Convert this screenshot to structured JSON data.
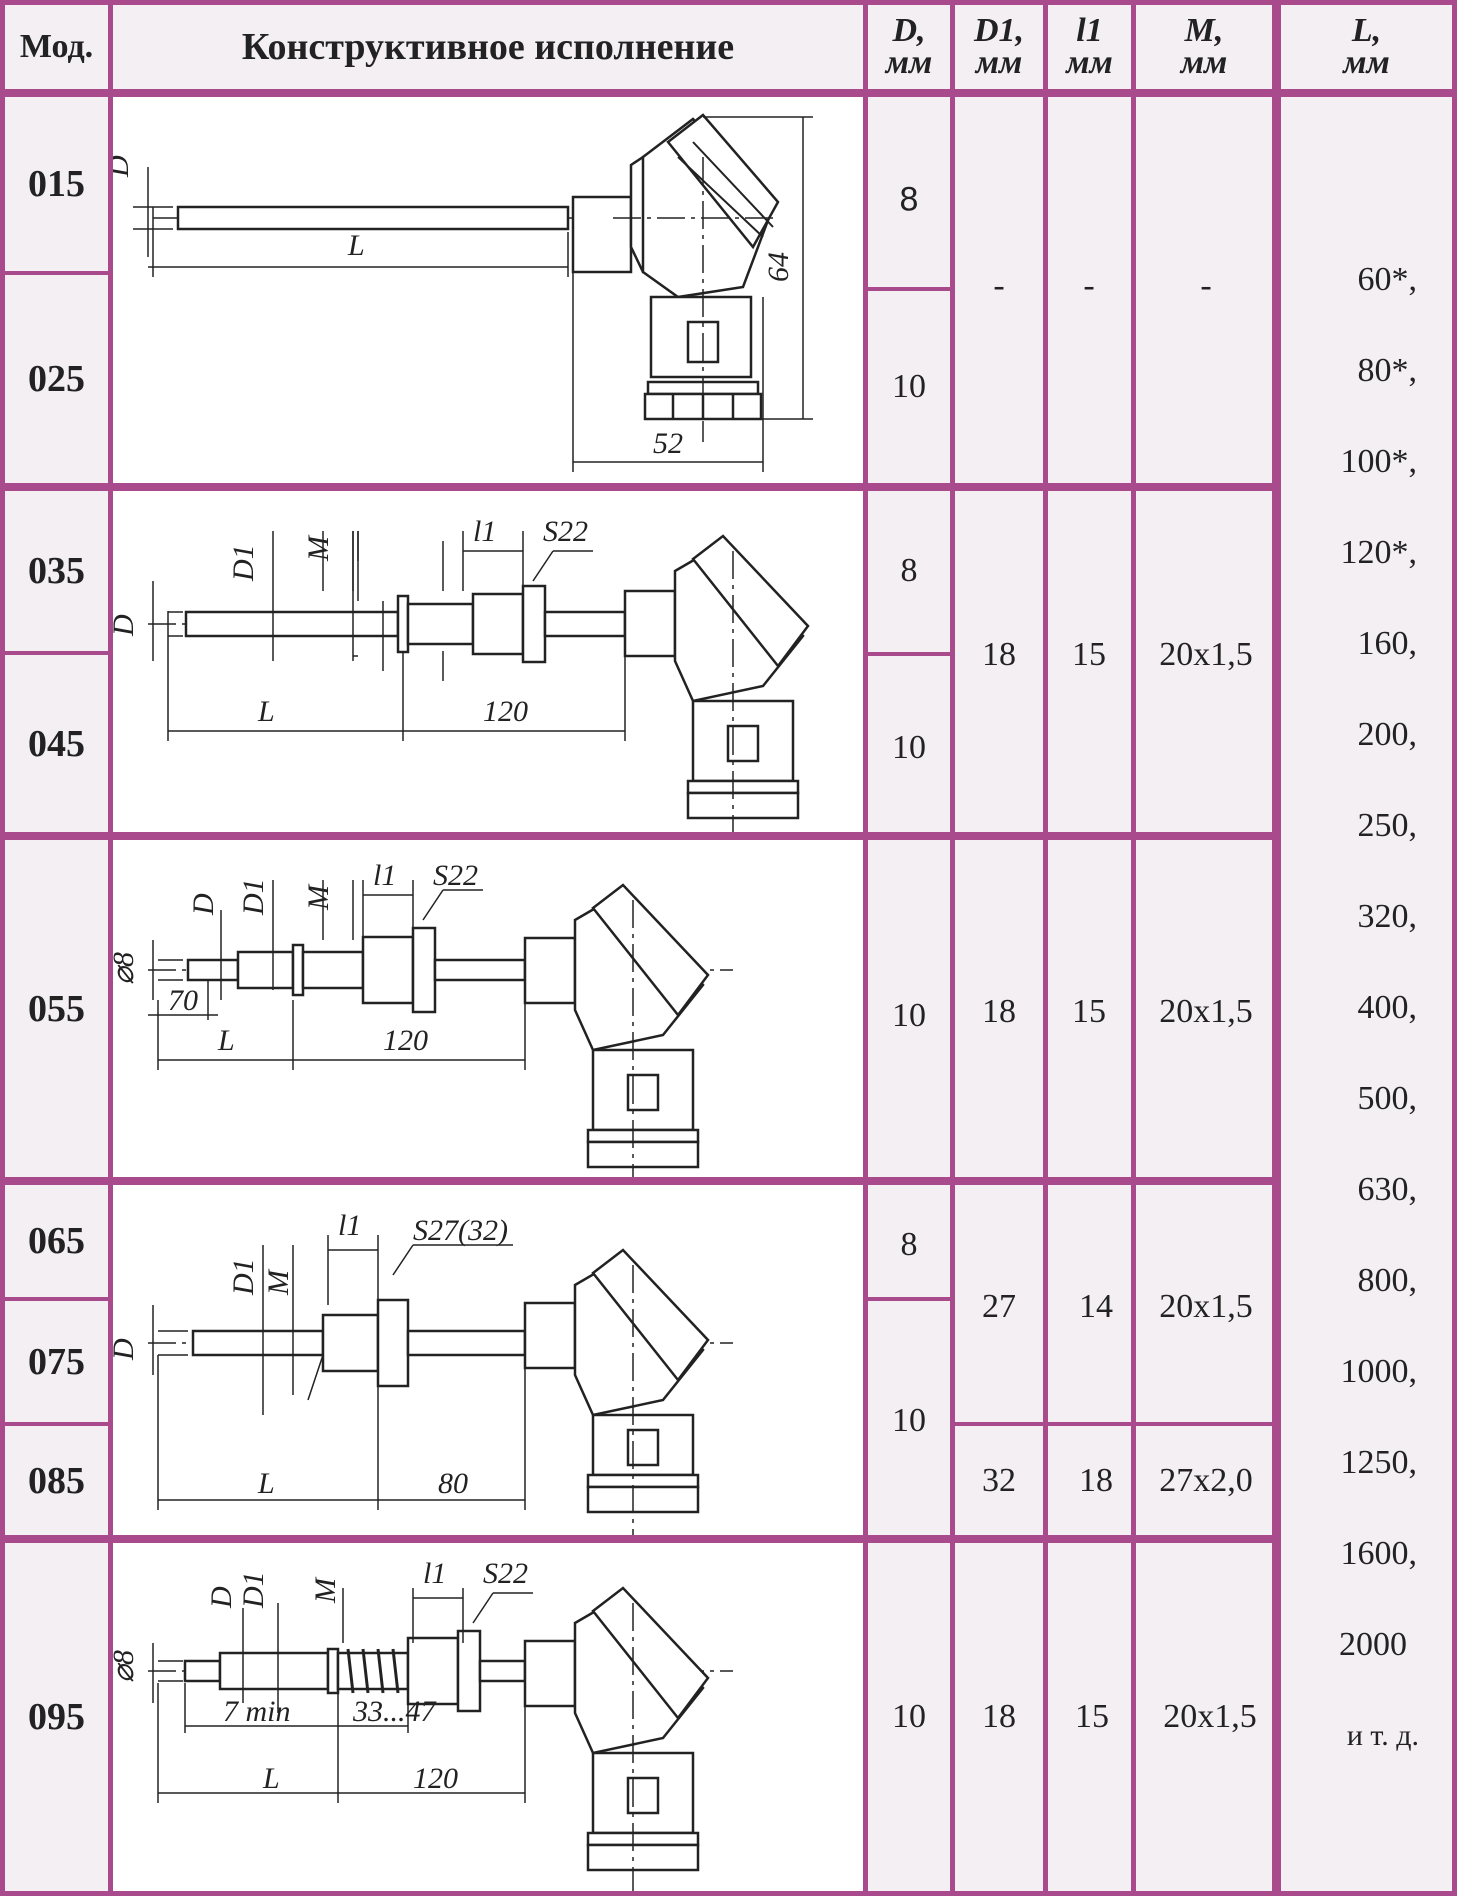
{
  "header": {
    "mod": "Мод.",
    "design": "Конструктивное исполнение",
    "d": "D,",
    "d_unit": "мм",
    "d1": "D1,",
    "d1_unit": "мм",
    "l1": "l1",
    "l1_unit": "мм",
    "m": "M,",
    "m_unit": "мм",
    "l": "L,",
    "l_unit": "мм"
  },
  "models": [
    "015",
    "025",
    "035",
    "045",
    "055",
    "065",
    "075",
    "085",
    "095"
  ],
  "d_values": {
    "r015": "8",
    "r025": "10",
    "r035": "8",
    "r045": "10",
    "r055": "10",
    "r065": "8",
    "r075_085": "10",
    "r095": "10"
  },
  "d1_values": {
    "g1": "-",
    "g2": "18",
    "g3": "18",
    "r065_075": "27",
    "r085": "32",
    "g5": "18"
  },
  "l1_values": {
    "g1": "-",
    "g2": "15",
    "g3": "15",
    "r065_075": "14",
    "r085": "18",
    "g5": "15"
  },
  "m_values": {
    "g1": "-",
    "g2": "20x1,5",
    "g3": "20x1,5",
    "r065_075": "20x1,5",
    "r085": "27x2,0",
    "g5": "20x1,5"
  },
  "l_values": [
    "60*,",
    "80*,",
    "100*,",
    "120*,",
    "160,",
    "200,",
    "250,",
    "320,",
    "400,",
    "500,",
    "630,",
    "800,",
    "1000,",
    "1250,",
    "1600,",
    "2000",
    "и т. д."
  ],
  "drawings": {
    "d1": {
      "D": "D",
      "L": "L",
      "w": "52",
      "h": "64"
    },
    "d2": {
      "D": "D",
      "D1": "D1",
      "M": "M",
      "l1": "l1",
      "S": "S22",
      "L": "L",
      "len": "120"
    },
    "d3": {
      "D": "D",
      "D1": "D1",
      "M": "M",
      "l1": "l1",
      "S": "S22",
      "dia": "⌀8",
      "tip": "70",
      "L": "L",
      "len": "120"
    },
    "d4": {
      "D": "D",
      "D1": "D1",
      "M": "M",
      "l1": "l1",
      "S": "S27(32)",
      "L": "L",
      "len": "80"
    },
    "d5": {
      "D": "D",
      "D1": "D1",
      "M": "M",
      "l1": "l1",
      "S": "S22",
      "dia": "⌀8",
      "min": "7 min",
      "spring": "33...47",
      "L": "L",
      "len": "120"
    }
  }
}
